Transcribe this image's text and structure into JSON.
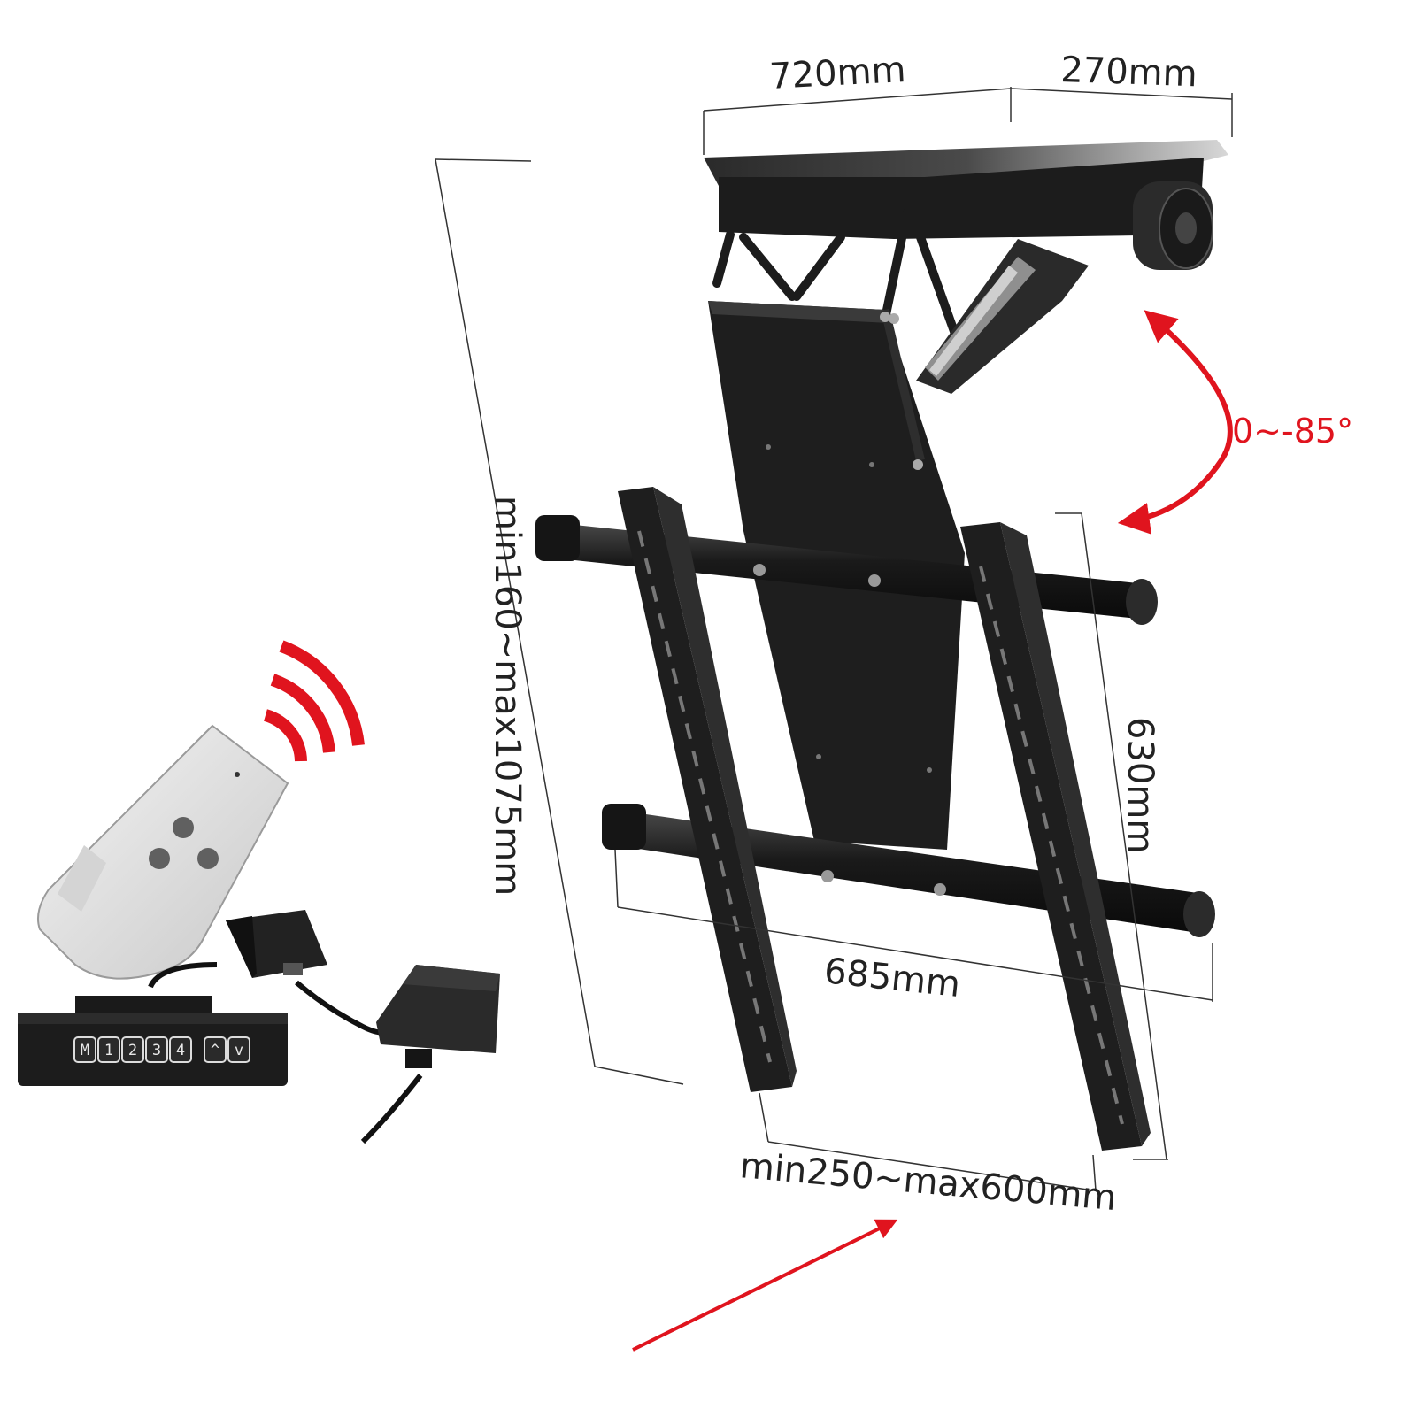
{
  "dimensions": {
    "top_depth": "720mm",
    "top_width": "270mm",
    "total_height": "min160~max1075mm",
    "bracket_height": "630mm",
    "bracket_width": "685mm",
    "arm_extension": "min250~max600mm"
  },
  "tilt_angle": "0~-85°",
  "control_pad": {
    "keys": [
      "M",
      "1",
      "2",
      "3",
      "4",
      "^",
      "v"
    ]
  },
  "colors": {
    "mount_black": "#1e1e1e",
    "accent_red": "#e0141e",
    "remote_white": "#e6e6e6",
    "dimension_line": "#333333"
  },
  "icons": {
    "remote": "remote-control-icon",
    "signal": "wireless-signal-icon",
    "pad": "control-pad-icon",
    "adapter": "power-adapter-icon"
  }
}
